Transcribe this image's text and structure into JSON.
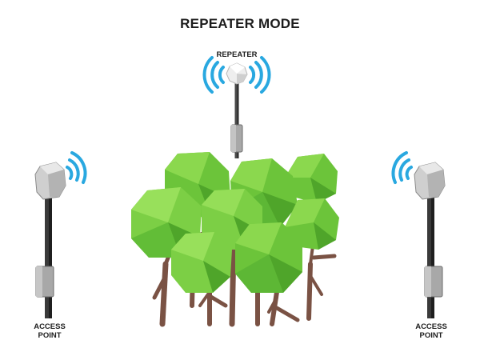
{
  "title": "REPEATER MODE",
  "labels": {
    "repeater": "REPEATER",
    "left_ap_line1": "ACCESS",
    "left_ap_line2": "POINT",
    "right_ap_line1": "ACCESS",
    "right_ap_line2": "POINT"
  },
  "colors": {
    "signal": "#29a8e0",
    "foliage_light": "#8bd84e",
    "foliage_mid": "#6cc43a",
    "foliage_dark": "#4fa52a",
    "trunk": "#7a5244",
    "pole": "#2e2e2e",
    "device": "#d8d8d8",
    "box": "#9a9a9a"
  }
}
